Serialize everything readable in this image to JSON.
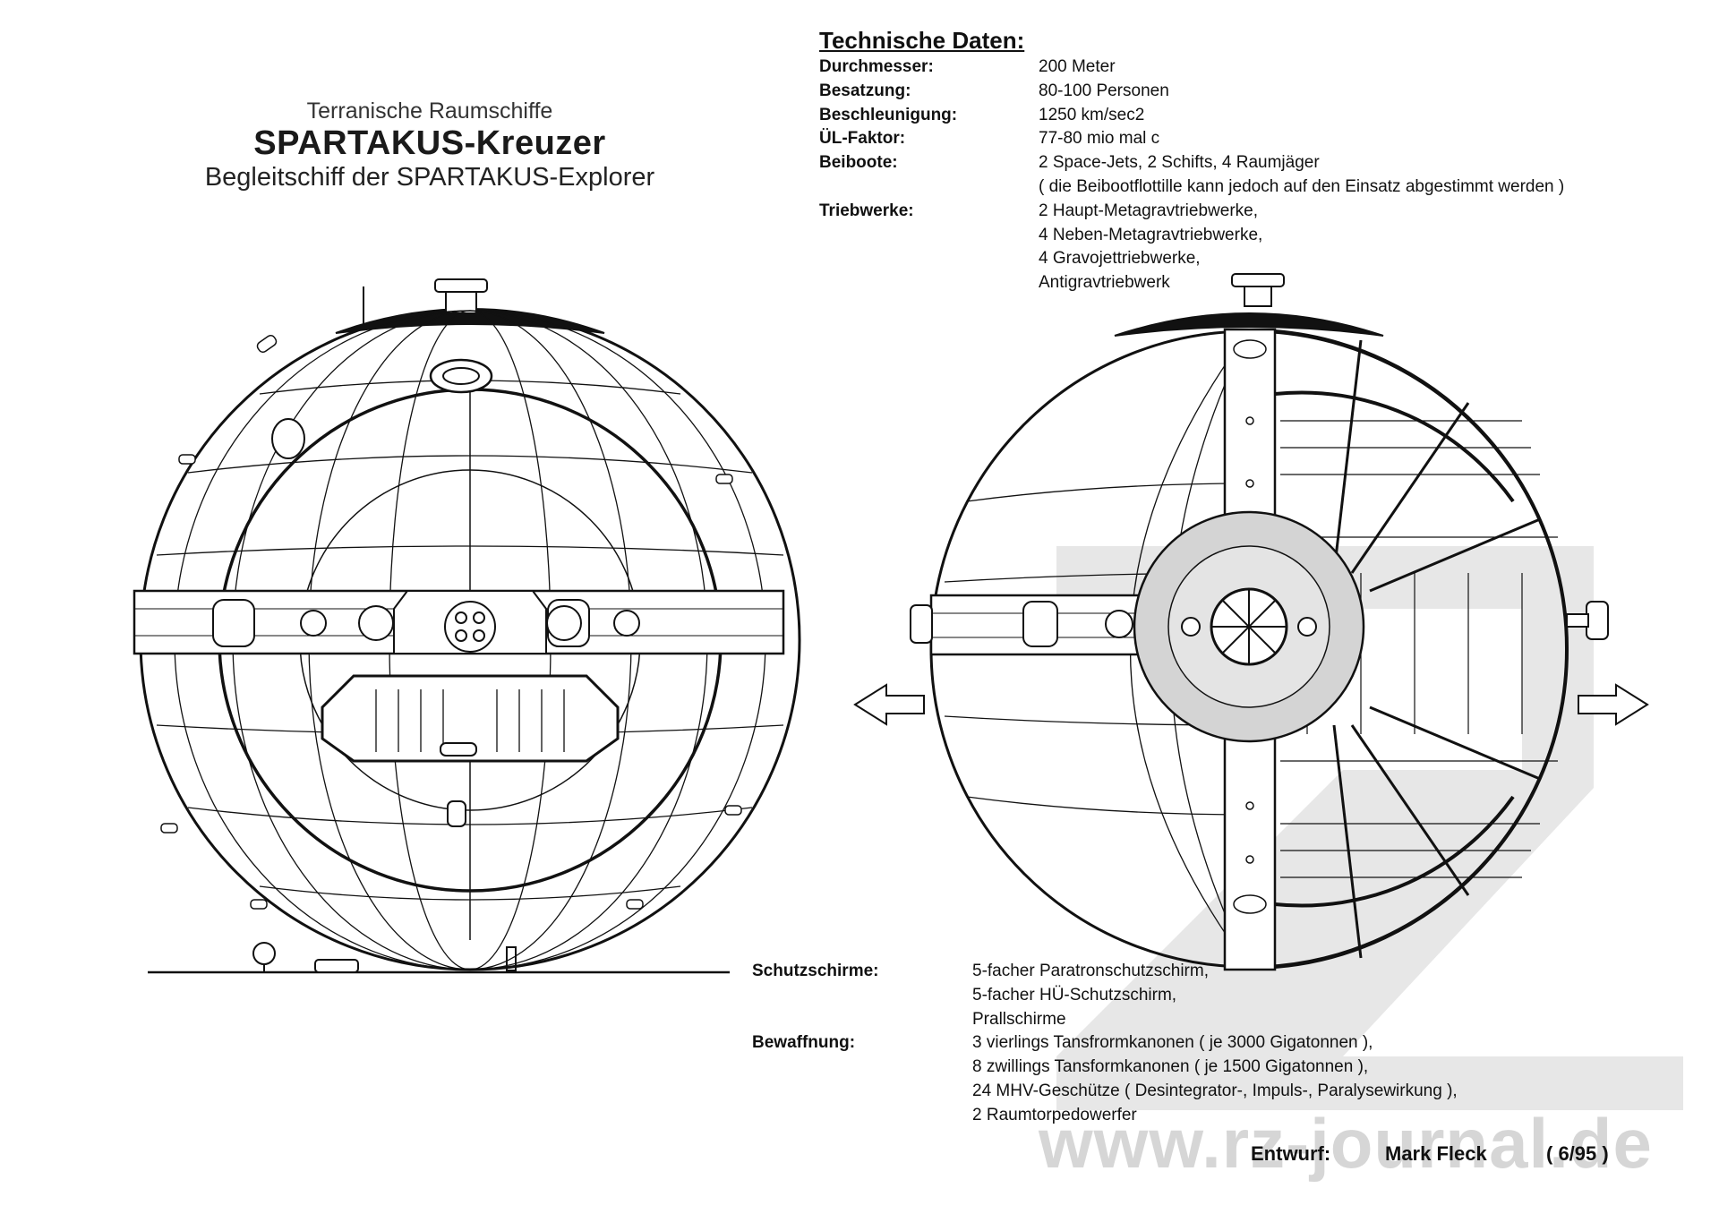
{
  "header": {
    "subtitle": "Terranische Raumschiffe",
    "title": "SPARTAKUS-Kreuzer",
    "tagline": "Begleitschiff der SPARTAKUS-Explorer"
  },
  "specs": {
    "heading": "Technische Daten:",
    "rows": [
      {
        "label": "Durchmesser:",
        "value": "200 Meter"
      },
      {
        "label": "Besatzung:",
        "value": "80-100 Personen"
      },
      {
        "label": "Beschleunigung:",
        "value": "1250 km/sec2"
      },
      {
        "label": "ÜL-Faktor:",
        "value": "77-80 mio mal c"
      },
      {
        "label": "Beiboote:",
        "value": "2 Space-Jets, 2 Schifts, 4 Raumjäger"
      },
      {
        "label": "",
        "value": "( die Beibootflottille kann jedoch auf den Einsatz abgestimmt werden )"
      },
      {
        "label": "Triebwerke:",
        "value": "2 Haupt-Metagravtriebwerke,"
      },
      {
        "label": "",
        "value": "4 Neben-Metagravtriebwerke,"
      },
      {
        "label": "",
        "value": "4 Gravojettriebwerke,"
      },
      {
        "label": "",
        "value": "Antigravtriebwerk"
      }
    ]
  },
  "defense": {
    "rows": [
      {
        "label": "Schutzschirme:",
        "value": "5-facher Paratronschutzschirm,"
      },
      {
        "label": "",
        "value": "5-facher HÜ-Schutzschirm,"
      },
      {
        "label": "",
        "value": "Prallschirme"
      },
      {
        "label": "Bewaffnung:",
        "value": "3 vierlings Tansfrormkanonen ( je 3000 Gigatonnen ),"
      },
      {
        "label": "",
        "value": "8 zwillings Tansformkanonen ( je 1500 Gigatonnen ),"
      },
      {
        "label": "",
        "value": "24 MHV-Geschütze ( Desintegrator-, Impuls-, Paralysewirkung ),"
      },
      {
        "label": "",
        "value": "2 Raumtorpedowerfer"
      }
    ]
  },
  "credits": {
    "label": "Entwurf:",
    "author": "Mark Fleck",
    "date": "( 6/95 )"
  },
  "watermark": "www.rz-journal.de"
}
